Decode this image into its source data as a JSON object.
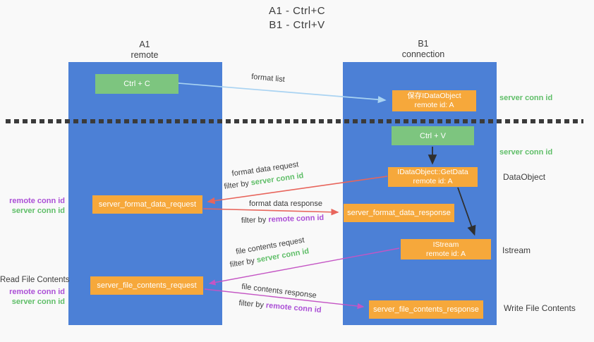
{
  "colors": {
    "lane_blue": "#4C80D6",
    "node_orange": "#F6A83B",
    "node_green": "#7DC57F",
    "green_text": "#5FBE68",
    "purple_text": "#AB4FD6",
    "red_arrow": "#E8655C",
    "magenta_arrow": "#C455C4",
    "blue_arrow": "#A9D3F2",
    "dark_text": "#3C3C3C"
  },
  "title": {
    "line1": "A1 - Ctrl+C",
    "line2": "B1 - Ctrl+V"
  },
  "columns": {
    "a1": {
      "name": "A1",
      "subtitle": "remote"
    },
    "b1": {
      "name": "B1",
      "subtitle": "connection"
    }
  },
  "nodes": {
    "ctrl_c": {
      "label": "Ctrl + C"
    },
    "save_dataobject": {
      "line1": "保存IDataObject",
      "line2": "remote id: A"
    },
    "ctrl_v": {
      "label": "Ctrl + V"
    },
    "getdata": {
      "line1": "IDataObject::GetData",
      "line2": "remote id: A"
    },
    "format_request": {
      "label": "server_format_data_request"
    },
    "format_response": {
      "label": "server_format_data_response"
    },
    "istream": {
      "line1": "IStream",
      "line2": "remote id: A"
    },
    "file_request": {
      "label": "server_file_contents_request"
    },
    "file_response": {
      "label": "server_file_contents_response"
    }
  },
  "edge_labels": {
    "format_list": "format list",
    "format_data_request": {
      "text": "format data request",
      "filter_prefix": "filter by ",
      "filter_key": "server conn id"
    },
    "format_data_response": {
      "text": "format data response",
      "filter_prefix": "filter by ",
      "filter_key": "remote conn id"
    },
    "file_contents_request": {
      "text": "file contents request",
      "filter_prefix": "filter by ",
      "filter_key": "server conn id"
    },
    "file_contents_response": {
      "text": "file contents response",
      "filter_prefix": "filter by ",
      "filter_key": "remote conn id"
    }
  },
  "side_labels": {
    "left_format": {
      "remote": "remote conn id",
      "server": "server conn id"
    },
    "read_file": "Read File Contents",
    "left_file": {
      "remote": "remote conn id",
      "server": "server conn id"
    },
    "right_server_conn_top": "server conn id",
    "right_server_conn_mid": "server conn id",
    "dataobject": "DataObject",
    "istream": "Istream",
    "write_file": "Write File Contents"
  }
}
